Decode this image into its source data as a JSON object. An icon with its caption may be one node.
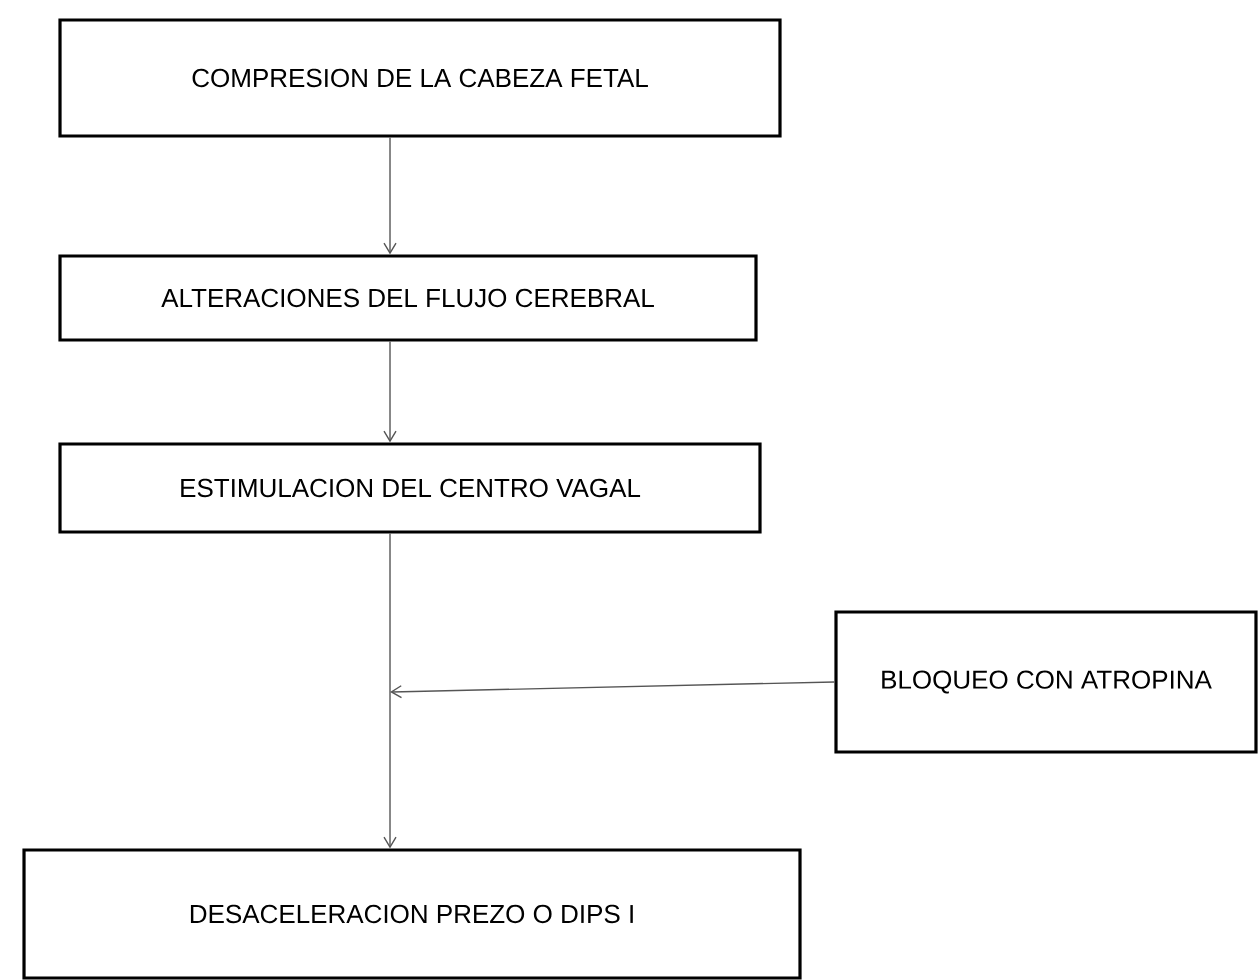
{
  "diagram": {
    "nodes": [
      {
        "text": [
          "COMPRESION DE LA CABEZA FETAL"
        ]
      },
      {
        "text": [
          "ALTERACIONES DEL FLUJO CEREBRAL"
        ]
      },
      {
        "text": [
          "ESTIMULACION DEL CENTRO VAGAL"
        ]
      },
      {
        "text": [
          "BLOQUEO CON ATROPINA"
        ]
      },
      {
        "text": [
          "DESACELERACION PREZO O DIPS I"
        ]
      }
    ],
    "edges": [
      {
        "from": 0,
        "to": 1,
        "arrow": "to"
      },
      {
        "from": 1,
        "to": 2,
        "arrow": "to"
      },
      {
        "from": 2,
        "to": 4,
        "arrow": "to"
      },
      {
        "from": 3,
        "to": null,
        "arrow": "to"
      }
    ]
  }
}
